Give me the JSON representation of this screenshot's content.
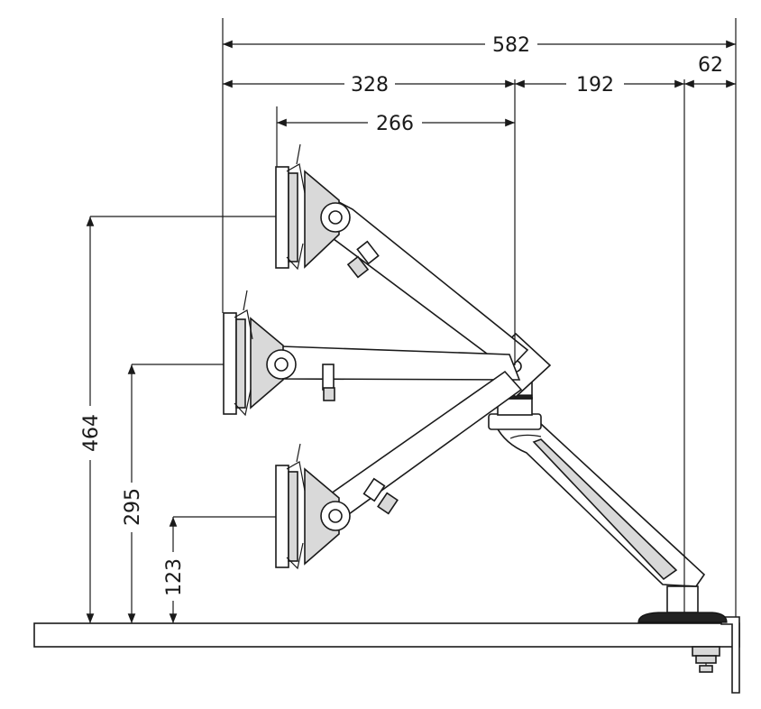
{
  "dimensions": {
    "overall_reach": "582",
    "reach_to_pivot": "328",
    "pivot_to_post": "192",
    "post_offset": "62",
    "monitor_to_pivot": "266",
    "height_high": "464",
    "height_mid": "295",
    "height_low": "123"
  }
}
